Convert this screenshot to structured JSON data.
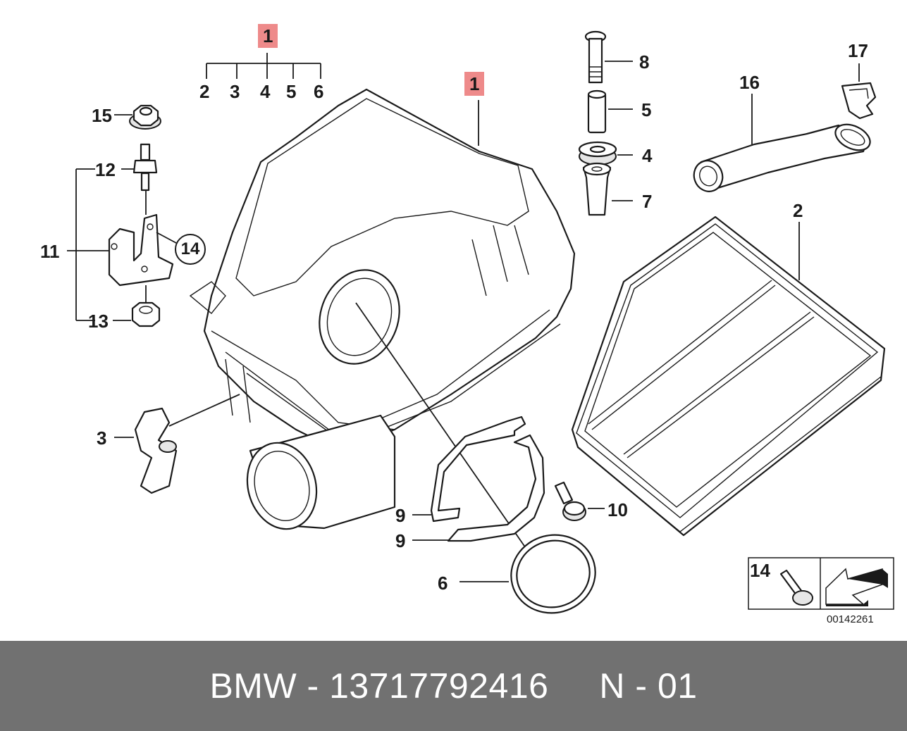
{
  "labels": {
    "top_group": "1",
    "sub_2": "2",
    "sub_3": "3",
    "sub_4": "4",
    "sub_5": "5",
    "sub_6": "6",
    "housing": "1",
    "bolt": "8",
    "sleeve": "5",
    "grommet": "4",
    "insert_nut": "7",
    "clip": "17",
    "hose": "16",
    "filter_element": "2",
    "nut_flange": "15",
    "stud": "12",
    "bracket_group": "11",
    "bracket_circle": "14",
    "hex_nut": "13",
    "sensor": "3",
    "clamp_a": "9",
    "clamp_b": "9",
    "screw": "10",
    "seal_ring": "6",
    "legend_bolt": "14"
  },
  "part_code": "00142261",
  "footer": {
    "text": "BMW - 13717792416     N - 01"
  },
  "colors": {
    "highlight": "#ee8a8a",
    "footer_bg": "#717171",
    "footer_text": "#ffffff"
  }
}
